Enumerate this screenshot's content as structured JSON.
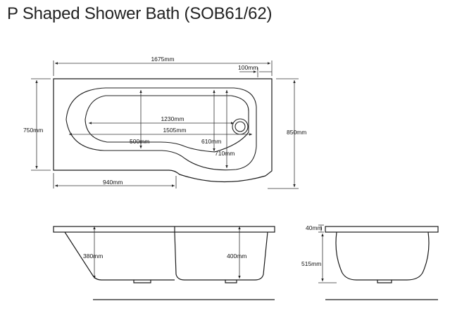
{
  "title": "P Shaped Shower Bath (SOB61/62)",
  "plan_view": {
    "overall_length": "1675mm",
    "shower_end_offset": "100mm",
    "internal_length_upper": "1230mm",
    "internal_length_lower": "1505mm",
    "bath_end_width": "500mm",
    "shower_end_inner_width": "610mm",
    "waste_to_edge": "710mm",
    "narrow_width": "750mm",
    "full_width": "850mm",
    "narrow_section_length": "940mm"
  },
  "side_view": {
    "bath_end_depth": "380mm",
    "shower_end_depth": "400mm"
  },
  "end_view": {
    "rim_thickness": "40mm",
    "overall_height": "515mm"
  }
}
